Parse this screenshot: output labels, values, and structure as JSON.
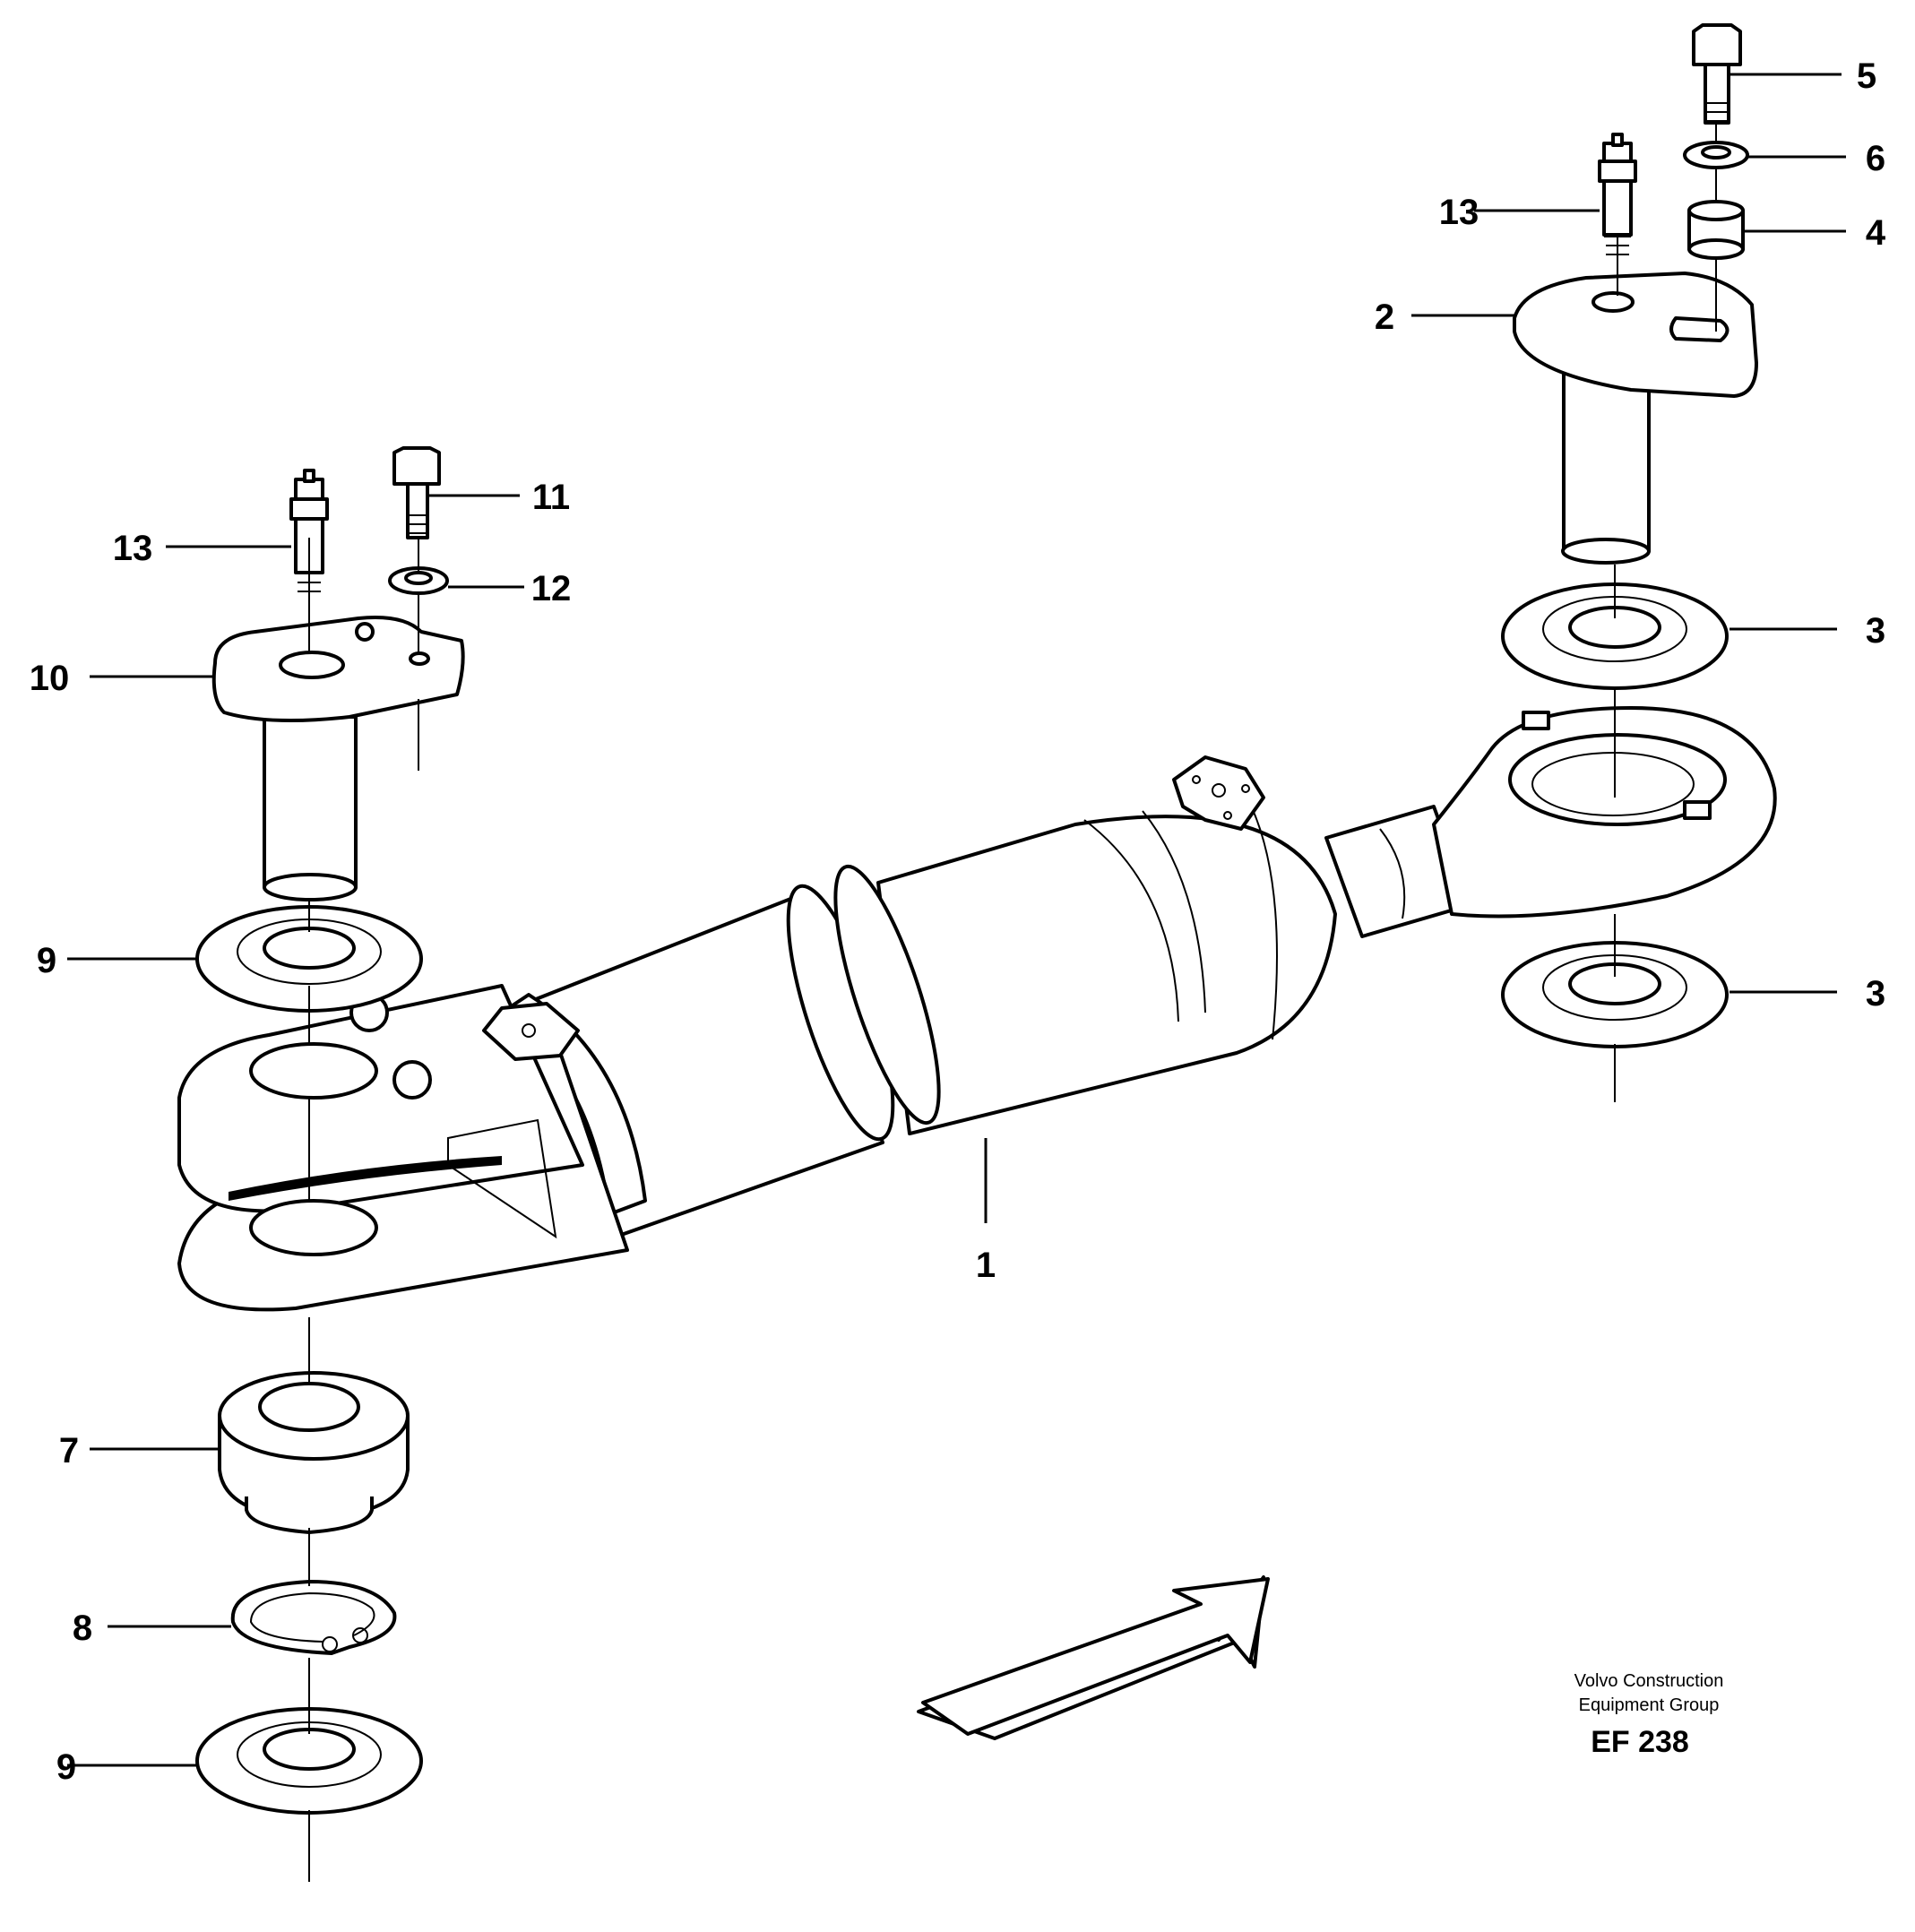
{
  "diagram": {
    "callouts": {
      "c1": "1",
      "c2": "2",
      "c3a": "3",
      "c3b": "3",
      "c4": "4",
      "c5": "5",
      "c6": "6",
      "c7": "7",
      "c8": "8",
      "c9a": "9",
      "c9b": "9",
      "c10": "10",
      "c11": "11",
      "c12": "12",
      "c13a": "13",
      "c13b": "13"
    },
    "credit": {
      "line1": "Volvo Construction",
      "line2": "Equipment Group",
      "code": "EF 238"
    }
  }
}
